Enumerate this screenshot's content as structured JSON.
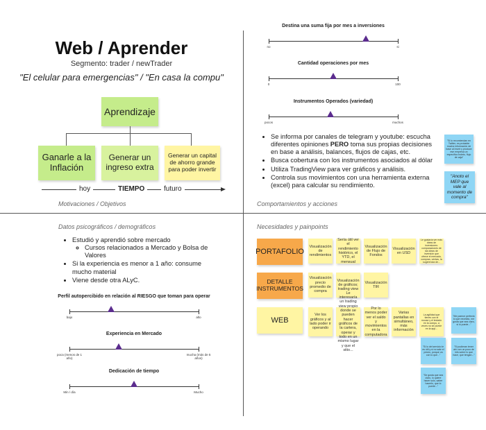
{
  "header": {
    "title": "Web / Aprender",
    "segment": "Segmento: trader / newTrader",
    "quote": "\"El celular para emergencias\" / \"En casa la compu\""
  },
  "motivations": {
    "top_sticky": "Aprendizaje",
    "goals": [
      "Ganarle a la Inflación",
      "Generar un ingreso extra",
      "Generar un capital de ahorro grande para poder invertir"
    ],
    "timeline": {
      "left": "hoy",
      "center": "TIEMPO",
      "right": "futuro"
    },
    "label": "Motivaciones / Objetivos"
  },
  "behaviors": {
    "scales": [
      {
        "title": "Destina una suma fija por mes a inversiones",
        "left": "no",
        "right": "si",
        "value": 0.75
      },
      {
        "title": "Cantidad operaciones por mes",
        "left": "0",
        "right": "100",
        "value": 0.5
      },
      {
        "title": "Instrumentos Operados (variedad)",
        "left": "pocos",
        "right": "muchos",
        "value": 0.48
      }
    ],
    "bullets": [
      {
        "pre": "Se informa por canales de telegram y youtube: escucha diferentes opiniones ",
        "bold": "PERO",
        "post": " toma sus propias decisiones en base a análisis, balances, flujos de cajas, etc."
      },
      {
        "pre": "Busca cobertura con los instrumentos asociados al dólar",
        "bold": "",
        "post": ""
      },
      {
        "pre": "Utiliza TradingView para ver gráficos y análisis.",
        "bold": "",
        "post": ""
      },
      {
        "pre": "Controla sus movimientos con una herramienta externa (excel) para calcular su rendimiento.",
        "bold": "",
        "post": ""
      }
    ],
    "quote_note_1": "\"Si lo recomiendan en Twitter, es probable mucha información de base al invert y produce ese empresa un específico boleto, flujo de caja\"",
    "quote_note_2": "\"Anoto el MEP que vale al momento de compra\"",
    "label": "Comportamientos y acciones"
  },
  "psychographics": {
    "label": "Datos psicográficos / demográficos",
    "bullets": [
      {
        "text": "Estudió y aprendió sobre mercado",
        "sub": [
          "Cursos relacionados a Mercado y Bolsa de Valores"
        ]
      },
      {
        "text": "Si la experiencia es menor a 1 año: consume mucho material",
        "sub": []
      },
      {
        "text": "Viene desde otra ALyC.",
        "sub": []
      }
    ],
    "scales": [
      {
        "title": "Perfil autopercibido en relación al RIESGO que toman para operar",
        "left": "bajo",
        "right": "alto",
        "value": 0.32
      },
      {
        "title": "Experiencia en Mercado",
        "left": "poca (menos de 1 año)",
        "right": "mucha (más de 5 años)",
        "value": 0.38
      },
      {
        "title": "Dedicación de tiempo",
        "left": "Min / día",
        "right": "Mucho",
        "value": 0.5
      }
    ]
  },
  "needs": {
    "label": "Necesidades y painpoints",
    "rows": [
      {
        "name": "PORTAFOLIO",
        "items": [
          "Visualización de rendimientos",
          "Sería útil ver el rendimiento histórico, el YTD, el mensual",
          "Visualización de Flujo de Fondos",
          "Visualización en USD",
          "Le gustaría ver más ideas de inversiones: comparaciones de las ideas de inversión que ofrece el mercado, compras, ventas, la sugerencia de..."
        ]
      },
      {
        "name": "DETALLE INSTRUMENTOS",
        "items": [
          "Visualización precio promedio de compra",
          "Visualización de gráficos; trading view",
          "Visualización TIR"
        ]
      },
      {
        "name": "WEB",
        "items": [
          "Ver los gráficos y al lado poder ir operando",
          "Le interesaría un trading view propio donde se pueden hacer gráficos de la cartera, operar y todo en un mismo lugar y que el sitio...",
          "Por lo menos poder ver el saldo y movimientos en la computadora",
          "Varias pantallas en simultáneo, más información",
          "La agilidad que tienes con el mouse y el teclado en la compu, a veces no se puede en la app..."
        ]
      }
    ],
    "blue_notes": [
      "\"Me parece perfecto lo que necesito, me gusta que sea claro, si lo puede...\"",
      "\"Si lo del servicio le es útil y si no sale el precio, porque va con lo que...\"",
      "\"Si pudieran tener ahí con un poco de info sobre lo que hace, que tengan...\"",
      "\"Se gusta que sea claro, lo quiere hacer solo, saber hacerlo, que lo puede...\""
    ]
  }
}
